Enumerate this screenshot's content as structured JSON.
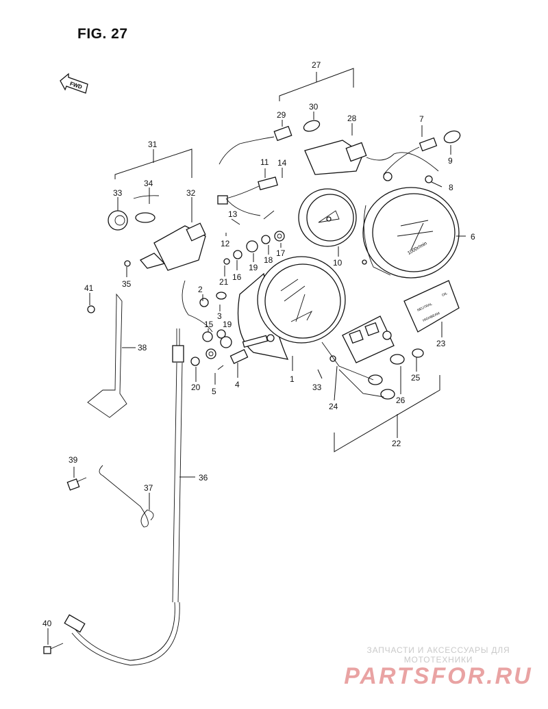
{
  "figure": {
    "title": "FIG. 27",
    "fwd_label": "FWD"
  },
  "watermark": {
    "line1": "ЗАПЧАСТИ И АКСЕССУАРЫ ДЛЯ МОТОТЕХНИКИ",
    "brand": "PARTSFOR.RU",
    "color": "#e9a3a3"
  },
  "gauge_text": {
    "tach_unit": "1000r/min",
    "indicator_1": "NEUTRAL",
    "indicator_2": "OIL",
    "indicator_3": "HIGHBEAM"
  },
  "callouts": [
    "1",
    "2",
    "3",
    "4",
    "5",
    "6",
    "7",
    "8",
    "9",
    "10",
    "11",
    "12",
    "13",
    "14",
    "15",
    "16",
    "17",
    "18",
    "19",
    "19",
    "20",
    "21",
    "22",
    "23",
    "24",
    "25",
    "26",
    "27",
    "28",
    "29",
    "30",
    "31",
    "32",
    "33",
    "33",
    "34",
    "35",
    "36",
    "37",
    "38",
    "39",
    "40",
    "41"
  ]
}
